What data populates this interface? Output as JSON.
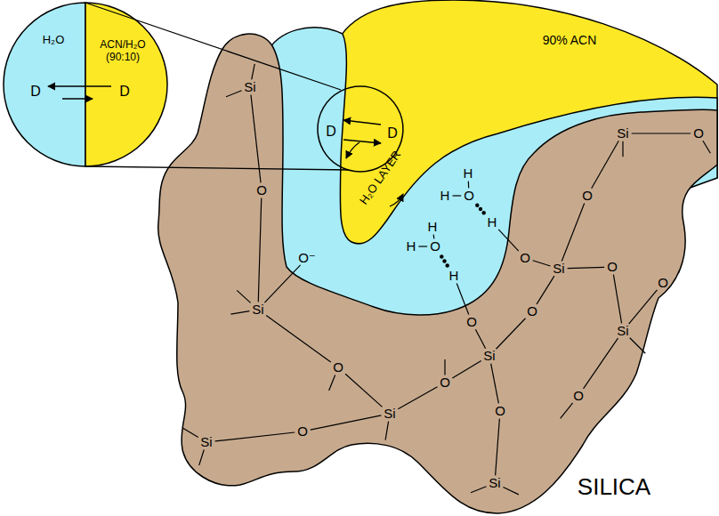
{
  "diagram": {
    "nodes": [
      {
        "text": [
          "H₂O",
          "D"
        ]
      },
      {
        "text": [
          "ACN/H₂O (90:10)",
          "D"
        ]
      },
      {
        "text": [
          "90% ACN"
        ]
      },
      {
        "text": [
          "D",
          "D"
        ]
      },
      {
        "text": [
          "H₂O LAYER"
        ]
      },
      {
        "text": [
          "SILICA"
        ]
      }
    ],
    "labels": [
      "Si",
      "Si",
      "O",
      "H",
      "O",
      "H",
      "O",
      "O",
      "H",
      "H",
      "H",
      "O",
      "O⁻",
      "O",
      "O",
      "Si",
      "H",
      "O",
      "Si",
      "O",
      "O",
      "Si",
      "Si",
      "O",
      "O",
      "O",
      "O",
      "Si",
      "O",
      "Si",
      "Si"
    ]
  }
}
